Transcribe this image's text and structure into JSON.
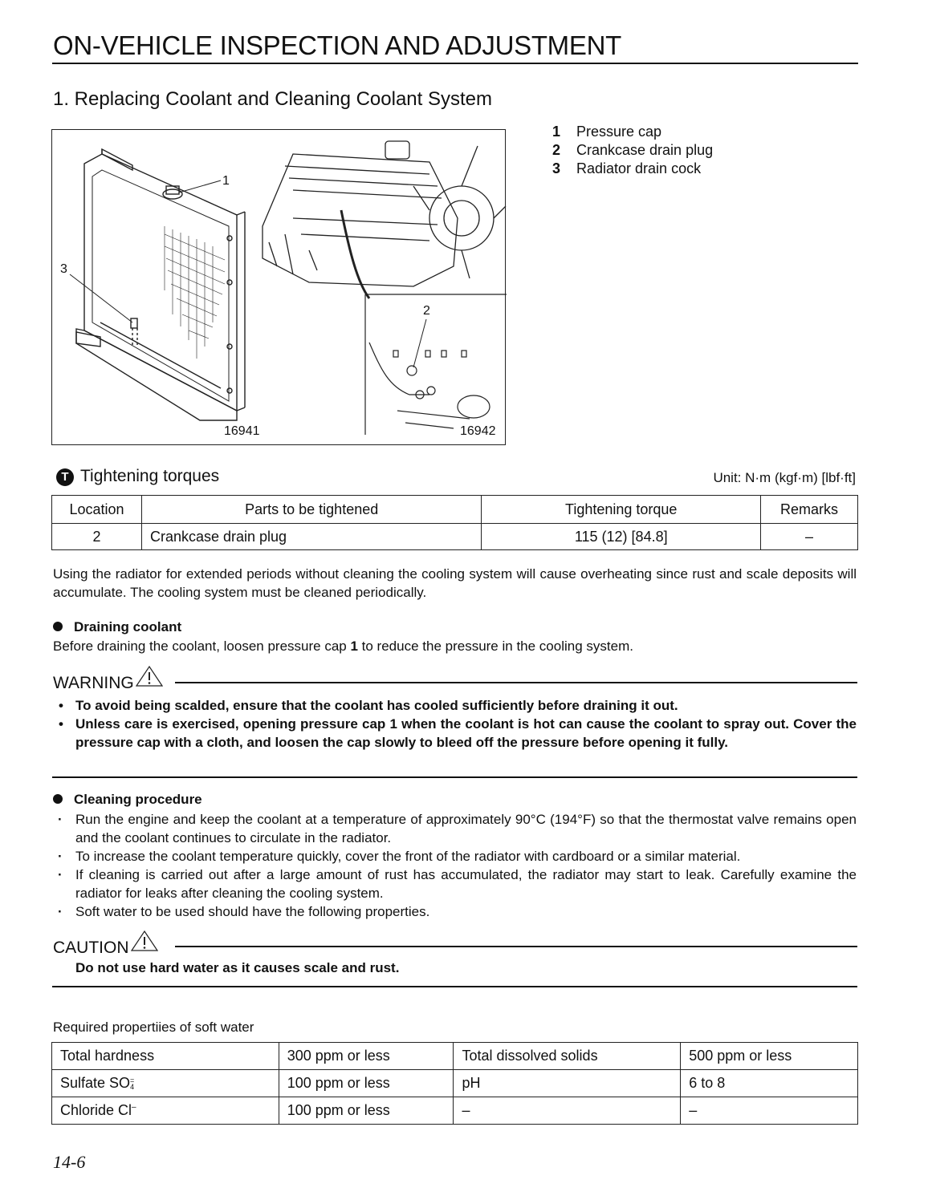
{
  "header": {
    "title": "ON-VEHICLE INSPECTION AND ADJUSTMENT",
    "section": "1.  Replacing Coolant and Cleaning Coolant System"
  },
  "figure": {
    "callouts": [
      "1",
      "2",
      "3"
    ],
    "image_ids": [
      "16941",
      "16942"
    ]
  },
  "legend": [
    {
      "num": "1",
      "label": "Pressure cap"
    },
    {
      "num": "2",
      "label": "Crankcase drain plug"
    },
    {
      "num": "3",
      "label": "Radiator drain cock"
    }
  ],
  "torque": {
    "icon": "T",
    "heading": "Tightening torques",
    "unit": "Unit:  N·m (kgf·m) [lbf·ft]",
    "columns": [
      "Location",
      "Parts to be tightened",
      "Tightening torque",
      "Remarks"
    ],
    "rows": [
      [
        "2",
        "Crankcase drain plug",
        "115 (12) [84.8]",
        "–"
      ]
    ]
  },
  "intro": "Using the radiator for extended periods without cleaning the cooling system will cause overheating since rust and scale deposits will accumulate.  The cooling system must be cleaned periodically.",
  "draining": {
    "heading": "Draining coolant",
    "text_before": "Before draining the coolant, loosen pressure cap ",
    "text_num": "1",
    "text_after": " to reduce the pressure in the cooling system."
  },
  "warning": {
    "heading": "WARNING",
    "icon": "warning-triangle-icon",
    "items": [
      "To avoid being scalded, ensure that the coolant has cooled sufficiently before draining it out.",
      "Unless care is exercised, opening pressure cap 1 when the coolant is hot can cause the coolant to spray out.  Cover the pressure cap with a cloth, and loosen the cap slowly to bleed off the pressure before opening it fully."
    ]
  },
  "cleaning": {
    "heading": "Cleaning procedure",
    "items": [
      "Run the engine and keep the coolant at a temperature of approximately 90°C (194°F) so that the thermostat valve remains open and the coolant continues to circulate in the radiator.",
      "To increase the coolant temperature quickly, cover the front of the radiator with cardboard or a similar material.",
      "If cleaning is carried out after a large amount of rust has accumulated, the radiator may start to leak.  Carefully examine the radiator for leaks after cleaning the cooling system.",
      "Soft water to be used should have the following properties."
    ]
  },
  "caution": {
    "heading": "CAUTION",
    "text": "Do not use hard water as it causes scale and rust."
  },
  "soft_water": {
    "caption": "Required propertiies of soft water",
    "rows": [
      [
        "Total hardness",
        "300 ppm or less",
        "Total dissolved solids",
        "500 ppm or less"
      ],
      [
        "Sulfate SO",
        "100 ppm or less",
        "pH",
        "6 to 8"
      ],
      [
        "Chloride Cl",
        "100 ppm or less",
        "–",
        "–"
      ]
    ],
    "sulfate_sup": "=",
    "sulfate_sub": "4",
    "chloride_sup": "–"
  },
  "footer": {
    "page": "14-6"
  }
}
